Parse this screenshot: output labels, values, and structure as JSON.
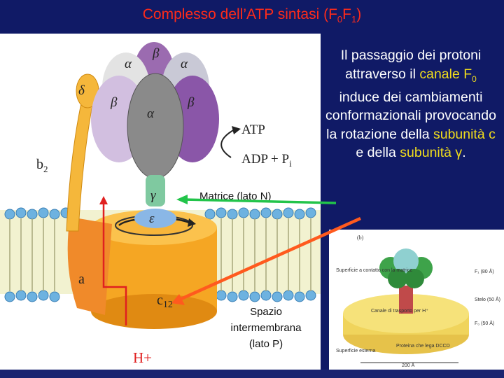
{
  "title": {
    "main": "Complesso dell’ATP sintasi (F",
    "sub0": "0",
    "f": "F",
    "sub1": "1",
    "end": ")"
  },
  "caption": {
    "line1": "Il passaggio dei protoni attraverso il",
    "hl1": "canale F",
    "hl1_sub": "0",
    "line2": " induce dei cambiamenti conformazionali provocando la rotazione della ",
    "hl2": "subunità c",
    "line3": " e della ",
    "hl3": "subunità γ",
    "end": "."
  },
  "left_labels": {
    "alpha": "α",
    "beta": "β",
    "delta": "δ",
    "gamma": "γ",
    "epsilon": "ε",
    "b2": "b",
    "b2_sub": "2",
    "a": "a",
    "c12": "c",
    "c12_sub": "12",
    "hplus": "H+",
    "atp": "ATP",
    "adp": "ADP + P",
    "adp_sub": "i",
    "matrix": "Matrice (lato N)",
    "space1": "Spazio",
    "space2": "intermembrana",
    "space3": "(lato P)"
  },
  "right_labels": {
    "panel": "(b)",
    "surf_matrix": "Superficie a contatto con la matrice",
    "f1": "F₁ (80 Å)",
    "stelo": "Stelo (50 Å)",
    "f0": "F₀ (50 Å)",
    "canale": "Canale di trasporto per H⁺",
    "proteina": "Proteina che lega DCCD",
    "surf_ext": "Superficie esterna",
    "width": "200 Å"
  },
  "colors": {
    "background": "#101a66",
    "title": "#ff2b1a",
    "highlight": "#f0dc1c",
    "arrow_green": "#22c44a",
    "arrow_orange": "#ff5a1e"
  }
}
